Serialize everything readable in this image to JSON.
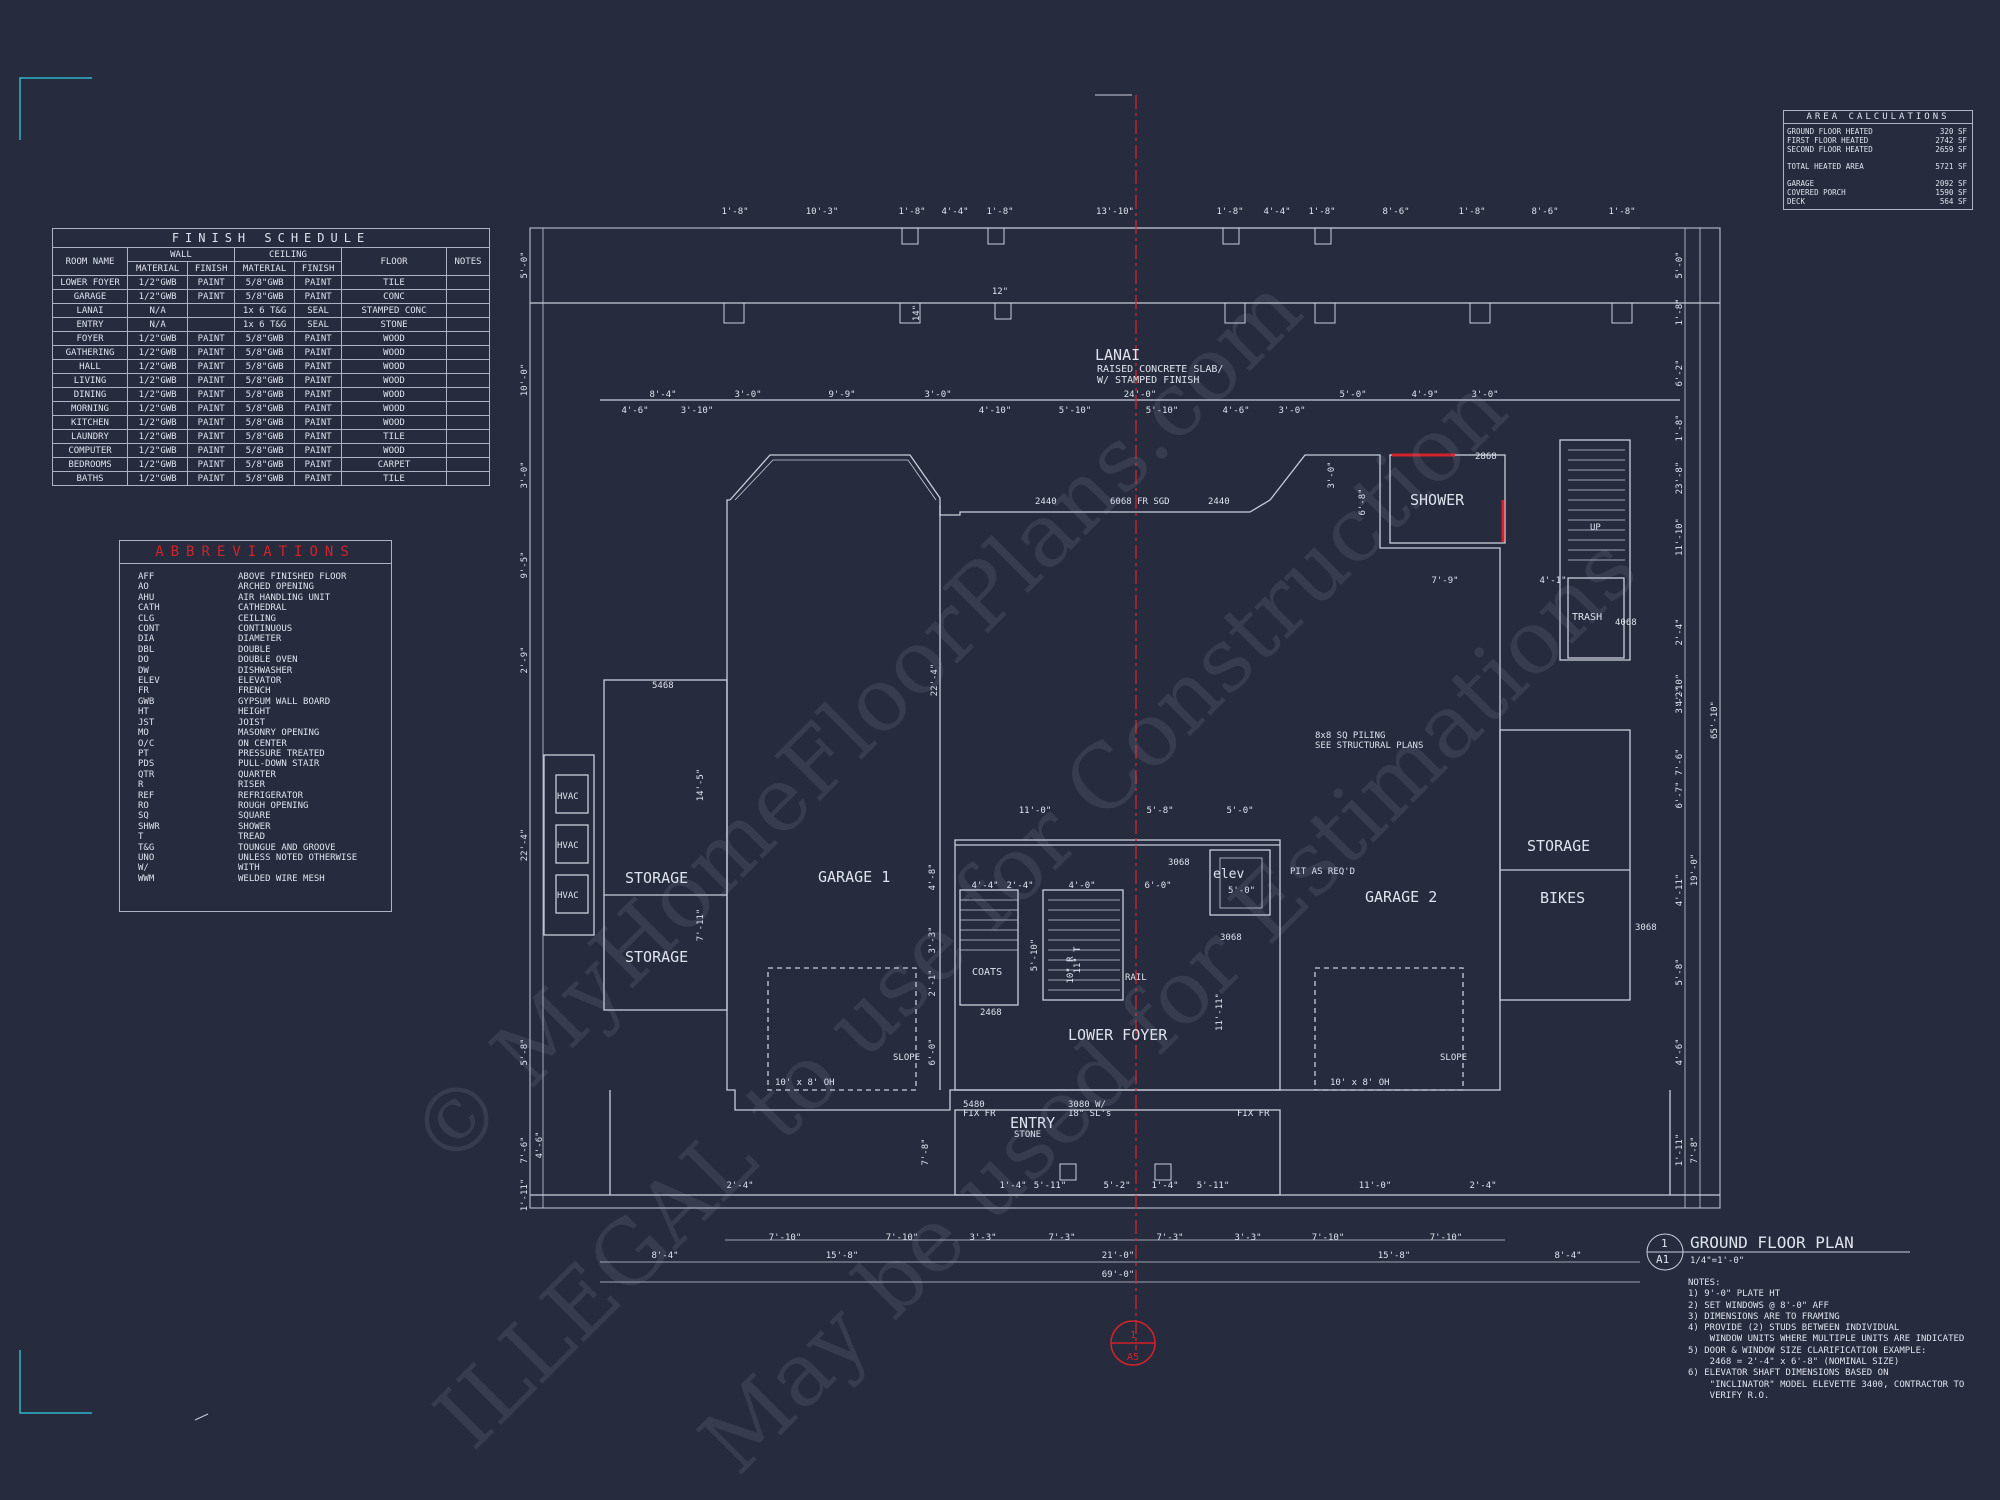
{
  "finish_schedule": {
    "title": "FINISH SCHEDULE",
    "headers": {
      "room_name": "ROOM NAME",
      "wall": "WALL",
      "ceiling": "CEILING",
      "floor": "FLOOR",
      "notes": "NOTES",
      "material": "MATERIAL",
      "finish": "FINISH"
    },
    "rows": [
      [
        "LOWER FOYER",
        "1/2\"GWB",
        "PAINT",
        "5/8\"GWB",
        "PAINT",
        "TILE"
      ],
      [
        "GARAGE",
        "1/2\"GWB",
        "PAINT",
        "5/8\"GWB",
        "PAINT",
        "CONC"
      ],
      [
        "LANAI",
        "N/A",
        "",
        "1x 6 T&G",
        "SEAL",
        "STAMPED CONC"
      ],
      [
        "ENTRY",
        "N/A",
        "",
        "1x 6 T&G",
        "SEAL",
        "STONE"
      ],
      [
        "FOYER",
        "1/2\"GWB",
        "PAINT",
        "5/8\"GWB",
        "PAINT",
        "WOOD"
      ],
      [
        "GATHERING",
        "1/2\"GWB",
        "PAINT",
        "5/8\"GWB",
        "PAINT",
        "WOOD"
      ],
      [
        "HALL",
        "1/2\"GWB",
        "PAINT",
        "5/8\"GWB",
        "PAINT",
        "WOOD"
      ],
      [
        "LIVING",
        "1/2\"GWB",
        "PAINT",
        "5/8\"GWB",
        "PAINT",
        "WOOD"
      ],
      [
        "DINING",
        "1/2\"GWB",
        "PAINT",
        "5/8\"GWB",
        "PAINT",
        "WOOD"
      ],
      [
        "MORNING",
        "1/2\"GWB",
        "PAINT",
        "5/8\"GWB",
        "PAINT",
        "WOOD"
      ],
      [
        "KITCHEN",
        "1/2\"GWB",
        "PAINT",
        "5/8\"GWB",
        "PAINT",
        "WOOD"
      ],
      [
        "LAUNDRY",
        "1/2\"GWB",
        "PAINT",
        "5/8\"GWB",
        "PAINT",
        "TILE"
      ],
      [
        "COMPUTER",
        "1/2\"GWB",
        "PAINT",
        "5/8\"GWB",
        "PAINT",
        "WOOD"
      ],
      [
        "BEDROOMS",
        "1/2\"GWB",
        "PAINT",
        "5/8\"GWB",
        "PAINT",
        "CARPET"
      ],
      [
        "BATHS",
        "1/2\"GWB",
        "PAINT",
        "5/8\"GWB",
        "PAINT",
        "TILE"
      ]
    ]
  },
  "abbreviations": {
    "title": "ABBREVIATIONS",
    "items": [
      [
        "AFF",
        "ABOVE FINISHED FLOOR"
      ],
      [
        "AO",
        "ARCHED OPENING"
      ],
      [
        "AHU",
        "AIR HANDLING UNIT"
      ],
      [
        "CATH",
        "CATHEDRAL"
      ],
      [
        "CLG",
        "CEILING"
      ],
      [
        "CONT",
        "CONTINUOUS"
      ],
      [
        "DIA",
        "DIAMETER"
      ],
      [
        "DBL",
        "DOUBLE"
      ],
      [
        "DO",
        "DOUBLE OVEN"
      ],
      [
        "DW",
        "DISHWASHER"
      ],
      [
        "ELEV",
        "ELEVATOR"
      ],
      [
        "FR",
        "FRENCH"
      ],
      [
        "GWB",
        "GYPSUM WALL BOARD"
      ],
      [
        "HT",
        "HEIGHT"
      ],
      [
        "JST",
        "JOIST"
      ],
      [
        "MO",
        "MASONRY OPENING"
      ],
      [
        "O/C",
        "ON CENTER"
      ],
      [
        "PT",
        "PRESSURE TREATED"
      ],
      [
        "PDS",
        "PULL-DOWN STAIR"
      ],
      [
        "QTR",
        "QUARTER"
      ],
      [
        "R",
        "RISER"
      ],
      [
        "REF",
        "REFRIGERATOR"
      ],
      [
        "RO",
        "ROUGH OPENING"
      ],
      [
        "SQ",
        "SQUARE"
      ],
      [
        "SHWR",
        "SHOWER"
      ],
      [
        "T",
        "TREAD"
      ],
      [
        "T&G",
        "TOUNGUE AND GROOVE"
      ],
      [
        "UNO",
        "UNLESS NOTED OTHERWISE"
      ],
      [
        "W/",
        "WITH"
      ],
      [
        "WWM",
        "WELDED WIRE MESH"
      ]
    ]
  },
  "area_calculations": {
    "title": "AREA CALCULATIONS",
    "rows": [
      [
        "GROUND FLOOR HEATED",
        "320 SF"
      ],
      [
        "FIRST FLOOR HEATED",
        "2742 SF"
      ],
      [
        "SECOND FLOOR HEATED",
        "2659 SF"
      ],
      [
        "TOTAL HEATED AREA",
        "5721 SF"
      ],
      [
        "GARAGE",
        "2092 SF"
      ],
      [
        "COVERED PORCH",
        "1590 SF"
      ],
      [
        "DECK",
        "564 SF"
      ]
    ]
  },
  "rooms": {
    "lanai": "LANAI",
    "lanai_note1": "RAISED CONCRETE SLAB/",
    "lanai_note2": "W/ STAMPED FINISH",
    "shower": "SHOWER",
    "trash": "TRASH",
    "garage1": "GARAGE 1",
    "garage2": "GARAGE 2",
    "storage1": "STORAGE",
    "storage2": "STORAGE",
    "storage3": "STORAGE",
    "bikes": "BIKES",
    "lower_foyer": "LOWER FOYER",
    "entry": "ENTRY",
    "entry_note": "STONE",
    "coats": "COATS",
    "elev": "elev",
    "hvac": "HVAC",
    "piling_note1": "8x8 SQ PILING",
    "piling_note2": "SEE STRUCTURAL PLANS",
    "pit_note": "PIT AS REQ'D",
    "rail": "RAIL",
    "up": "UP",
    "slope": "SLOPE"
  },
  "plan_labels": {
    "door_6068": "6068 FR SGD",
    "door_2440": "2440",
    "door_2868": "2868",
    "door_5468": "5468",
    "door_3068": "3068",
    "door_4068": "4068",
    "door_2468": "2468",
    "door_5480": "5480",
    "fix_fr": "FIX FR",
    "door_3080": "3080 W/",
    "sl": "18\" SL's",
    "oh_door": "10' x 8' OH",
    "elev_dim": "5'-0\""
  },
  "dimensions": {
    "top": [
      "1'-8\"",
      "10'-3\"",
      "1'-8\"",
      "4'-4\"",
      "1'-8\"",
      "13'-10\"",
      "1'-8\"",
      "4'-4\"",
      "1'-8\"",
      "8'-6\"",
      "1'-8\"",
      "8'-6\"",
      "1'-8\""
    ],
    "lanai_row": [
      "8'-4\"",
      "3'-0\"",
      "9'-9\"",
      "3'-0\"",
      "24'-0\"",
      "5'-0\"",
      "4'-9\"",
      "3'-0\""
    ],
    "lanai_row2": [
      "4'-6\"",
      "3'-10\"",
      "4'-10\"",
      "5'-10\"",
      "5'-10\"",
      "4'-6\"",
      "3'-0\""
    ],
    "bottom1": [
      "7'-10\"",
      "7'-10\"",
      "3'-3\"",
      "7'-3\"",
      "7'-3\"",
      "3'-3\"",
      "7'-10\"",
      "7'-10\""
    ],
    "bottom2": [
      "8'-4\"",
      "15'-8\"",
      "21'-0\"",
      "15'-8\"",
      "8'-4\""
    ],
    "overall": "69'-0\"",
    "right": [
      "5'-0\"",
      "1'-8\"",
      "6'-2\"",
      "1'-8\"",
      "23'-8\"",
      "11'-10\"",
      "2'-4\"",
      "3'-2\"",
      "4'-10\"",
      "7'-6\"",
      "6'-7\"",
      "4'-11\"",
      "5'-8\"",
      "4'-6\"",
      "1'-11\""
    ],
    "right_overall": [
      "65'-10\"",
      "19'-0\"",
      "7'-8\""
    ],
    "left": [
      "5'-0\"",
      "10'-0\"",
      "3'-0\"",
      "9'-5\"",
      "2'-9\"",
      "22'-4\"",
      "5'-8\"",
      "7'-6\"",
      "4'-6\"",
      "1'-11\""
    ],
    "inner": [
      "22'-4\"",
      "14'-5\"",
      "7'-11\"",
      "11'-0\"",
      "5'-8\"",
      "5'-0\"",
      "4'-4\"",
      "2'-4\"",
      "4'-0\"",
      "6'-0\"",
      "4'-8\"",
      "3'-3\"",
      "5'-10\"",
      "6'-0\"",
      "11'-11\"",
      "7'-9\"",
      "4'-1\"",
      "6'-8\"",
      "3'-0\"",
      "2'-1\"",
      "2'-4\"",
      "1'-4\"",
      "5'-2\"",
      "5'-11\"",
      "1'-4\"",
      "5'-11\"",
      "11'-0\"",
      "2'-4\"",
      "7'-8\"",
      "10\" R",
      "11\" T",
      "12\"",
      "14\""
    ]
  },
  "title_block": {
    "number": "1",
    "sheet": "A1",
    "title": "GROUND FLOOR PLAN",
    "scale": "1/4\"=1'-0\"",
    "section_num": "1",
    "section_sheet": "A5"
  },
  "notes": [
    "NOTES:",
    "1) 9'-0\" PLATE HT",
    "2) SET WINDOWS @ 8'-0\" AFF",
    "3) DIMENSIONS ARE TO FRAMING",
    "4) PROVIDE (2) STUDS BETWEEN INDIVIDUAL",
    "    WINDOW UNITS WHERE MULTIPLE UNITS ARE INDICATED",
    "5) DOOR & WINDOW SIZE CLARIFICATION EXAMPLE:",
    "    2468 = 2'-4\" x 6'-8\" (NOMINAL SIZE)",
    "6) ELEVATOR SHAFT DIMENSIONS BASED ON",
    "    \"INCLINATOR\" MODEL ELEVETTE 3400, CONTRACTOR TO",
    "    VERIFY R.O."
  ],
  "watermark": {
    "line1": "© MyHomeFloorPlans.com",
    "line2": "ILLEGAL to use for Construction",
    "line3": "May be used for Estimations"
  },
  "colors": {
    "background": "#262b3d",
    "line": "#c9cedb",
    "accent_red": "#d2232a",
    "corner_cyan": "#2fb6c9"
  }
}
